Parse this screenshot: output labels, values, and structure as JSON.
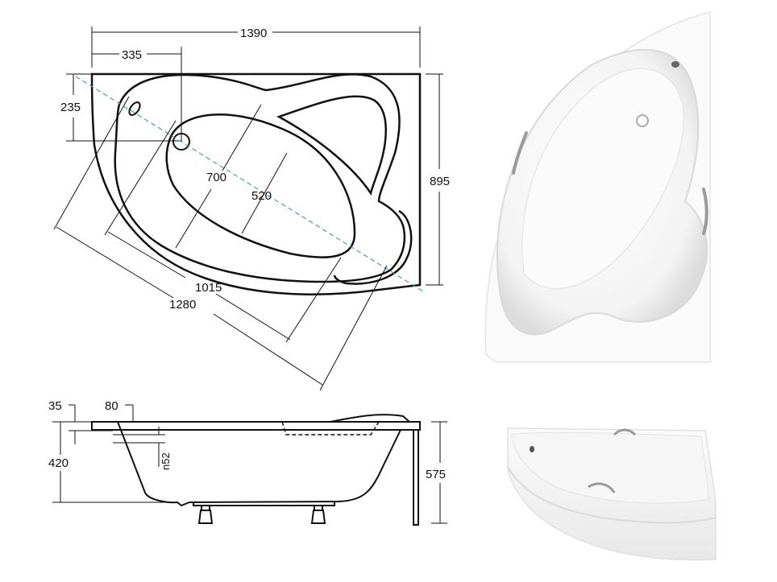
{
  "top_view": {
    "overall_width": "1390",
    "drain_offset_x": "335",
    "drain_offset_y": "235",
    "overall_depth": "895",
    "inner_width": "700",
    "inner_basin_width": "520",
    "inner_length": "1015",
    "outer_length": "1280",
    "axis_line_color": "#4a9db5"
  },
  "side_view": {
    "rim_thickness": "35",
    "rim_overhang": "80",
    "tub_height": "420",
    "overflow_label": "n52",
    "total_height_with_panel": "575"
  },
  "photos": {
    "top_photo": "corner-bathtub-top-view",
    "angled_photo": "corner-bathtub-with-front-panel"
  },
  "colors": {
    "line": "#111111",
    "background": "#ffffff",
    "tub_white": "#f7f7f7",
    "tub_shadow": "#dcdcdc",
    "chrome": "#9a9a9a"
  }
}
